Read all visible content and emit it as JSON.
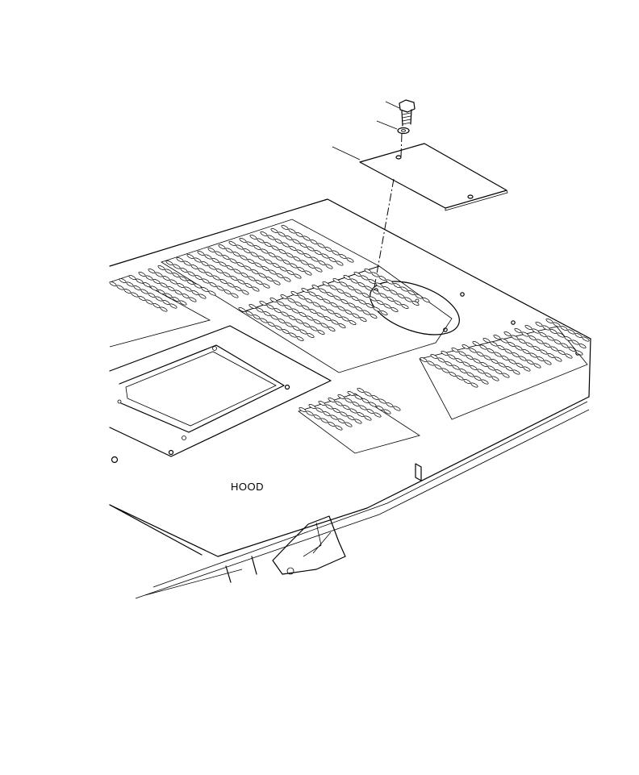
{
  "labels": {
    "hood": "HOOD"
  },
  "parts": [
    {
      "name": "bolt"
    },
    {
      "name": "washer"
    },
    {
      "name": "cover-plate"
    }
  ],
  "colors": {
    "line": "#000000",
    "background": "#ffffff"
  }
}
